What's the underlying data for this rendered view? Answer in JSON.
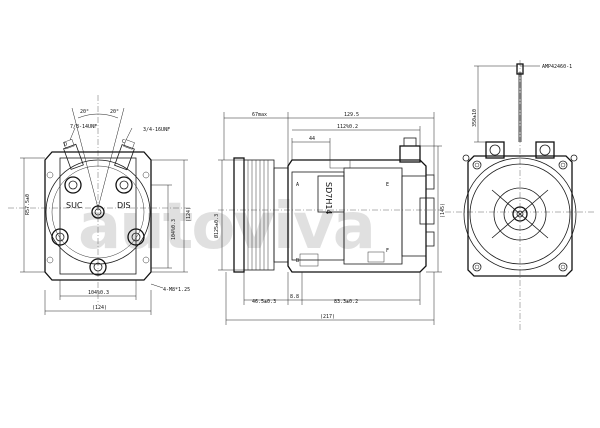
{
  "watermark": "autoviva",
  "front_view": {
    "angle_left": "20°",
    "angle_right": "20°",
    "fitting_left": "7/8-14UNF",
    "fitting_right": "3/4-16UNF",
    "port_label_left": "D",
    "port_label_right": "C",
    "suc_label": "SUC",
    "dis_label": "DIS",
    "dim_width_inner": "104%0.3",
    "dim_width_outer": "(124)",
    "dim_height_left": "R57.5±0",
    "dim_height_mid": "104%0.3",
    "dim_height_right": "(124)",
    "dim_hole": "4-M8*1.25"
  },
  "side_view": {
    "dim_top_left": "67max",
    "dim_top_right": "129.5",
    "dim_mid": "112%0.2",
    "dim_small": "44",
    "dim_pulley_dia": "Ø125±0.3",
    "dim_bottom_left": "46.5±0.3",
    "dim_bottom_mid": "8.8",
    "dim_bottom_right": "83.3±0.2",
    "dim_overall": "(217)",
    "dim_right_height": "(145)",
    "model_text": "SD7H14",
    "letter_a": "A",
    "letter_b": "B",
    "letter_e": "E",
    "letter_f": "F"
  },
  "rear_view": {
    "connector_label": "AMP42460-1",
    "dim_vertical": "350±10"
  }
}
